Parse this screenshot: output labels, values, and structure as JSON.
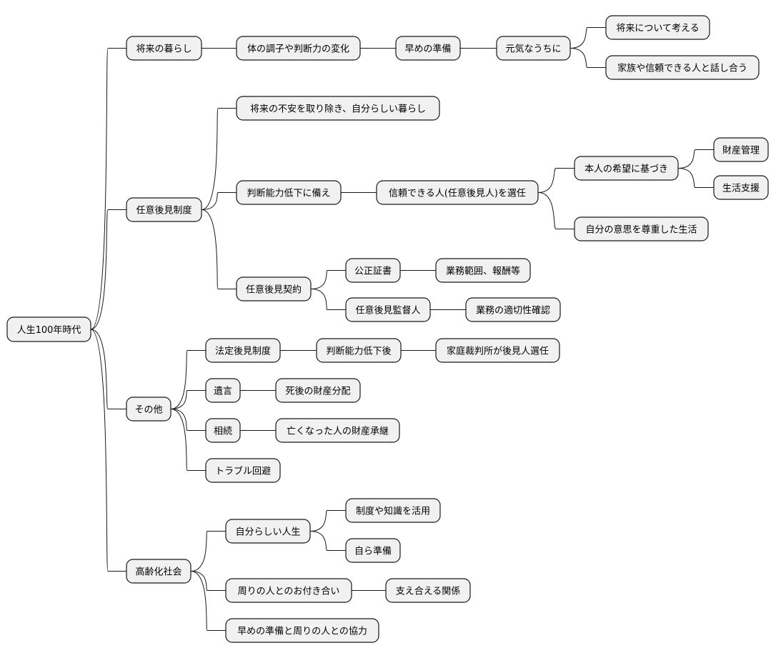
{
  "root": {
    "id": "root",
    "label": "人生100年時代",
    "children": [
      {
        "id": "future-living",
        "label": "将来の暮らし",
        "children": [
          {
            "id": "body-change",
            "label": "体の調子や判断力の変化",
            "children": [
              {
                "id": "early-prep",
                "label": "早めの準備",
                "children": [
                  {
                    "id": "while-healthy",
                    "label": "元気なうちに",
                    "children": [
                      {
                        "id": "think-future",
                        "label": "将来について考える"
                      },
                      {
                        "id": "talk-family",
                        "label": "家族や信頼できる人と話し合う"
                      }
                    ]
                  }
                ]
              }
            ]
          }
        ]
      },
      {
        "id": "voluntary-guardianship",
        "label": "任意後見制度",
        "children": [
          {
            "id": "remove-anxiety",
            "label": "将来の不安を取り除き、自分らしい暮らし"
          },
          {
            "id": "prepare-decline",
            "label": "判断能力低下に備え",
            "children": [
              {
                "id": "select-trusted",
                "label": "信頼できる人(任意後見人)を選任",
                "children": [
                  {
                    "id": "based-on-wishes",
                    "label": "本人の希望に基づき",
                    "children": [
                      {
                        "id": "asset-management",
                        "label": "財産管理"
                      },
                      {
                        "id": "life-support",
                        "label": "生活支援"
                      }
                    ]
                  },
                  {
                    "id": "respect-will",
                    "label": "自分の意思を尊重した生活"
                  }
                ]
              }
            ]
          },
          {
            "id": "guardianship-contract",
            "label": "任意後見契約",
            "children": [
              {
                "id": "notarial-deed",
                "label": "公正証書",
                "children": [
                  {
                    "id": "scope-fees",
                    "label": "業務範囲、報酬等"
                  }
                ]
              },
              {
                "id": "supervisor",
                "label": "任意後見監督人",
                "children": [
                  {
                    "id": "check-appropriateness",
                    "label": "業務の適切性確認"
                  }
                ]
              }
            ]
          }
        ]
      },
      {
        "id": "others",
        "label": "その他",
        "children": [
          {
            "id": "legal-guardianship",
            "label": "法定後見制度",
            "children": [
              {
                "id": "after-decline",
                "label": "判断能力低下後",
                "children": [
                  {
                    "id": "court-appoints",
                    "label": "家庭裁判所が後見人選任"
                  }
                ]
              }
            ]
          },
          {
            "id": "will",
            "label": "遺言",
            "children": [
              {
                "id": "distribution-after-death",
                "label": "死後の財産分配"
              }
            ]
          },
          {
            "id": "inheritance",
            "label": "相続",
            "children": [
              {
                "id": "succession",
                "label": "亡くなった人の財産承継"
              }
            ]
          },
          {
            "id": "avoid-trouble",
            "label": "トラブル回避"
          }
        ]
      },
      {
        "id": "aging-society",
        "label": "高齢化社会",
        "children": [
          {
            "id": "own-life",
            "label": "自分らしい人生",
            "children": [
              {
                "id": "use-knowledge",
                "label": "制度や知識を活用"
              },
              {
                "id": "self-prep",
                "label": "自ら準備"
              }
            ]
          },
          {
            "id": "relationships",
            "label": "周りの人とのお付き合い",
            "children": [
              {
                "id": "mutual-support",
                "label": "支え合える関係"
              }
            ]
          },
          {
            "id": "prep-and-cooperate",
            "label": "早めの準備と周りの人との協力"
          }
        ]
      }
    ]
  }
}
